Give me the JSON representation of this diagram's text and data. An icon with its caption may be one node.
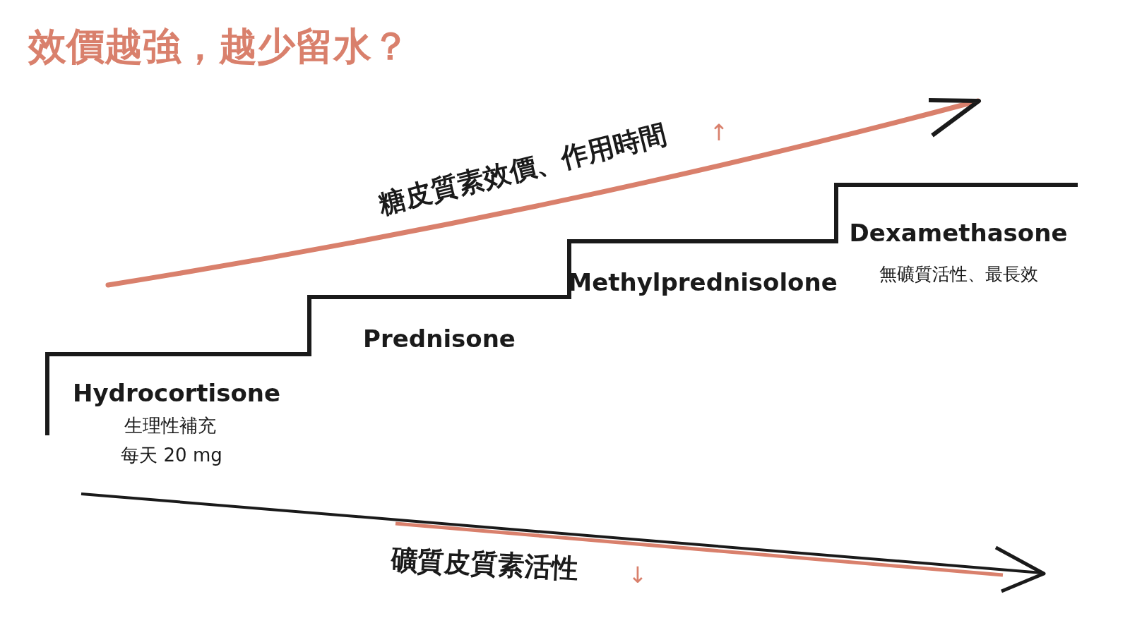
{
  "diagram": {
    "title": "效價越強，越少留水？",
    "labels": [
      "糖皮質素效價、作用時間",
      "↑",
      "Dexamethasone",
      "無礦質活性、最長效",
      "Methylprednisolone",
      "Prednisone",
      "Hydrocortisone",
      "生理性補充",
      "每天 20 mg",
      "礦質皮質素活性",
      "↓"
    ]
  }
}
